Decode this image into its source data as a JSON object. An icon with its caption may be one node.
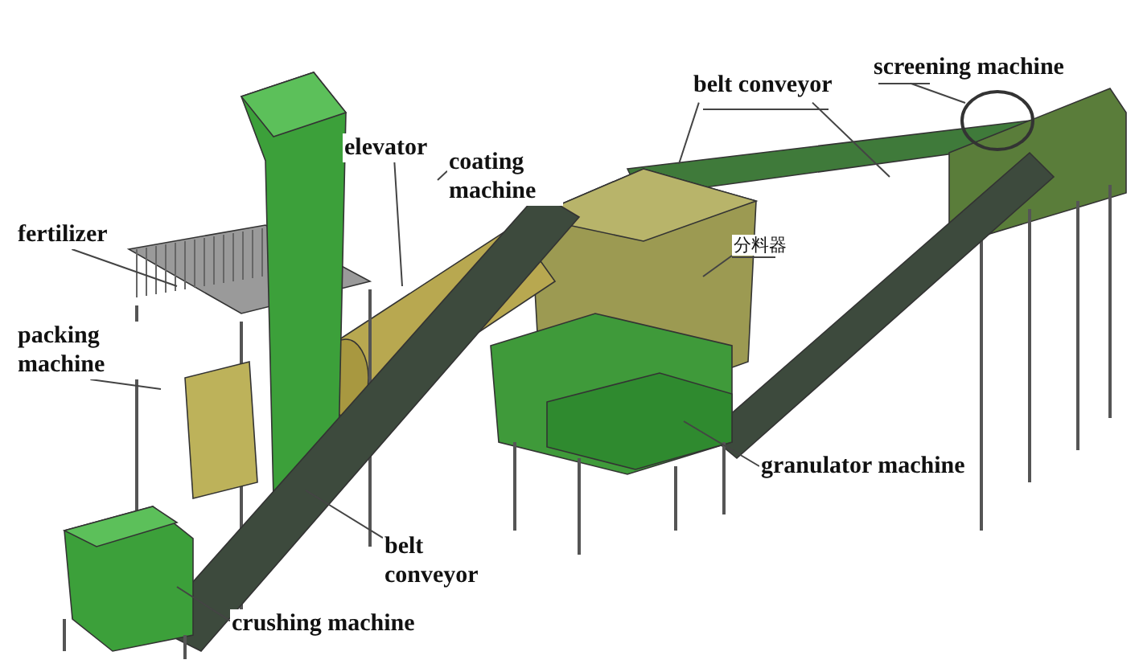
{
  "diagram": {
    "nodes": [
      {
        "text": [
          "elevator"
        ]
      },
      {
        "text": [
          "coating machine"
        ]
      },
      {
        "text": [
          "belt conveyor"
        ]
      },
      {
        "text": [
          "screening machine"
        ]
      },
      {
        "text": [
          "分料器"
        ]
      },
      {
        "text": [
          "granulator machine"
        ]
      },
      {
        "text": [
          "belt conveyor"
        ]
      },
      {
        "text": [
          "crushing machine"
        ]
      },
      {
        "text": [
          "fertilizer"
        ]
      },
      {
        "text": [
          "packing machine"
        ]
      }
    ],
    "edges": [
      {
        "from": 0,
        "to": null,
        "arrow": "none"
      },
      {
        "from": 1,
        "to": null,
        "arrow": "none"
      },
      {
        "from": 2,
        "to": null,
        "arrow": "none"
      },
      {
        "from": 2,
        "to": null,
        "arrow": "none"
      },
      {
        "from": 3,
        "to": null,
        "arrow": "none"
      },
      {
        "from": 4,
        "to": null,
        "arrow": "none"
      },
      {
        "from": 5,
        "to": null,
        "arrow": "none"
      },
      {
        "from": 6,
        "to": null,
        "arrow": "none"
      },
      {
        "from": 7,
        "to": null,
        "arrow": "none"
      },
      {
        "from": 8,
        "to": null,
        "arrow": "none"
      },
      {
        "from": 9,
        "to": null,
        "arrow": "none"
      }
    ]
  }
}
